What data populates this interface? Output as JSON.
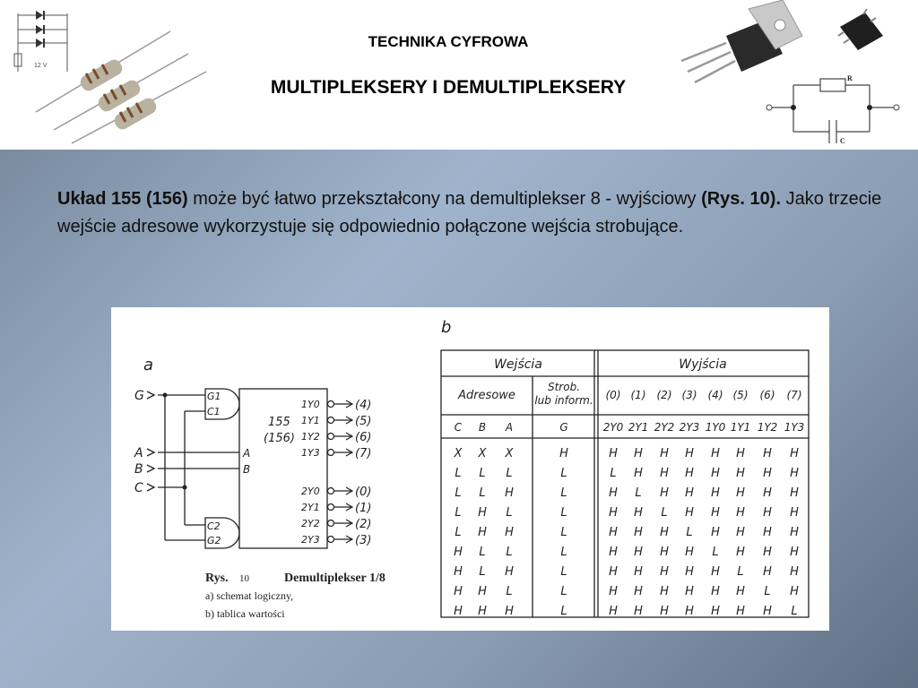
{
  "header": {
    "title": "TECHNIKA CYFROWA",
    "subtitle": "MULTIPLEKSERY I DEMULTIPLEKSERY",
    "resistor_label": "R",
    "capacitor_label": "C",
    "voltage_label": "12 V"
  },
  "paragraph": {
    "bold1": "Układ 155 (156)",
    "text1": " może być łatwo przekształcony na demultiplekser 8 - wyjściowy ",
    "bold2": "(Rys. 10).",
    "text2": " Jako trzecie wejście adresowe wykorzystuje się odpowiednio połączone wejścia strobujące."
  },
  "figure": {
    "label_a": "a",
    "label_b": "b",
    "inputs": [
      "G",
      "A",
      "B",
      "C"
    ],
    "gate1_pins": [
      "G1",
      "C1"
    ],
    "gate2_pins": [
      "C2",
      "G2"
    ],
    "chip_name": "155",
    "chip_name2": "(156)",
    "chip_in": [
      "A",
      "B"
    ],
    "chip_out_top": [
      "1Y0",
      "1Y1",
      "1Y2",
      "1Y3"
    ],
    "chip_out_bottom": [
      "2Y0",
      "2Y1",
      "2Y2",
      "2Y3"
    ],
    "out_top": [
      "(4)",
      "(5)",
      "(6)",
      "(7)"
    ],
    "out_bottom": [
      "(0)",
      "(1)",
      "(2)",
      "(3)"
    ],
    "caption_rys": "Rys.",
    "caption_num": "10",
    "caption_title": "Demultiplekser 1/8",
    "caption_a": "a) schemat logiczny,",
    "caption_b": "b) tablica wartości"
  },
  "table": {
    "inputs_header": "Wejścia",
    "outputs_header": "Wyjścia",
    "address_header": "Adresowe",
    "strobe_header1": "Strob.",
    "strobe_header2": "lub inform.",
    "output_numbers": [
      "(0)",
      "(1)",
      "(2)",
      "(3)",
      "(4)",
      "(5)",
      "(6)",
      "(7)"
    ],
    "columns": [
      "C",
      "B",
      "A",
      "G",
      "2Y0",
      "2Y1",
      "2Y2",
      "2Y3",
      "1Y0",
      "1Y1",
      "1Y2",
      "1Y3"
    ],
    "rows": [
      [
        "X",
        "X",
        "X",
        "H",
        "H",
        "H",
        "H",
        "H",
        "H",
        "H",
        "H",
        "H"
      ],
      [
        "L",
        "L",
        "L",
        "L",
        "L",
        "H",
        "H",
        "H",
        "H",
        "H",
        "H",
        "H"
      ],
      [
        "L",
        "L",
        "H",
        "L",
        "H",
        "L",
        "H",
        "H",
        "H",
        "H",
        "H",
        "H"
      ],
      [
        "L",
        "H",
        "L",
        "L",
        "H",
        "H",
        "L",
        "H",
        "H",
        "H",
        "H",
        "H"
      ],
      [
        "L",
        "H",
        "H",
        "L",
        "H",
        "H",
        "H",
        "L",
        "H",
        "H",
        "H",
        "H"
      ],
      [
        "H",
        "L",
        "L",
        "L",
        "H",
        "H",
        "H",
        "H",
        "L",
        "H",
        "H",
        "H"
      ],
      [
        "H",
        "L",
        "H",
        "L",
        "H",
        "H",
        "H",
        "H",
        "H",
        "L",
        "H",
        "H"
      ],
      [
        "H",
        "H",
        "L",
        "L",
        "H",
        "H",
        "H",
        "H",
        "H",
        "H",
        "L",
        "H"
      ],
      [
        "H",
        "H",
        "H",
        "L",
        "H",
        "H",
        "H",
        "H",
        "H",
        "H",
        "H",
        "L"
      ]
    ]
  }
}
